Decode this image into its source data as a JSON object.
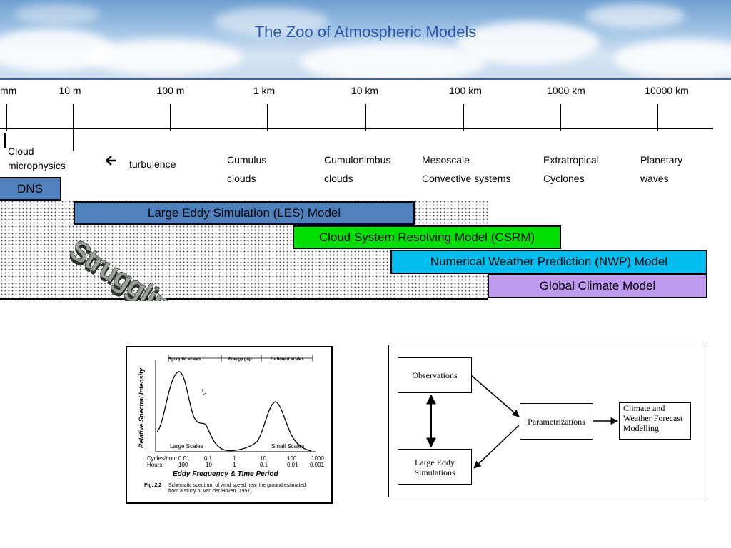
{
  "title": "The Zoo of Atmospheric Models",
  "scale_ticks": [
    "mm",
    "10 m",
    "100 m",
    "1 km",
    "10 km",
    "100 km",
    "1000 km",
    "10000 km"
  ],
  "phenomena": {
    "cloud_micro": [
      "Cloud",
      "microphysics"
    ],
    "turbulence": "turbulence",
    "arrow": "🡐",
    "cumulus": [
      "Cumulus",
      "clouds"
    ],
    "cumulonimbus": [
      "Cumulonimbus",
      "clouds"
    ],
    "mesoscale": [
      "Mesoscale",
      "Convective systems"
    ],
    "extratropical": [
      "Extratropical",
      "Cyclones"
    ],
    "planetary": [
      "Planetary",
      "waves"
    ]
  },
  "models": {
    "dns": "DNS",
    "les": "Large Eddy Simulation (LES) Model",
    "csrm": "Cloud System Resolving Model (CSRM)",
    "nwp": "Numerical Weather Prediction (NWP) Model",
    "gcm": "Global Climate Model"
  },
  "colors": {
    "dns": "#4f81bd",
    "les": "#4f81bd",
    "csrm": "#00e000",
    "nwp": "#00bff0",
    "gcm": "#c09af0",
    "title": "#2a56a6"
  },
  "wordart": "Struggling",
  "spectrum_figure": {
    "top_labels": [
      "Synoptic scales",
      "Energy gap",
      "Turbulent scales"
    ],
    "ylabel": "Relative Spectral Intensity",
    "region_labels": [
      "Large Scales",
      "Small Scales"
    ],
    "row1_label": "Cycles/hour",
    "row1_values": [
      "0.01",
      "0.1",
      "1",
      "10",
      "100",
      "1000"
    ],
    "row2_label": "Hours",
    "row2_values": [
      "100",
      "10",
      "1",
      "0.1",
      "0.01",
      "0.001"
    ],
    "xlabel": "Eddy Frequency & Time Period",
    "caption_label": "Fig. 2.2",
    "caption_line1": "Schematic spectrum of wind speed near the ground estimated",
    "caption_line2": "from a study of Van der Hoven (1957)."
  },
  "flowchart": {
    "observations": "Observations",
    "les_line1": "Large Eddy",
    "les_line2": "Simulations",
    "param": "Parametrizations",
    "climate_line1": "Climate and",
    "climate_line2": "Weather Forecast",
    "climate_line3": "Modelling"
  }
}
